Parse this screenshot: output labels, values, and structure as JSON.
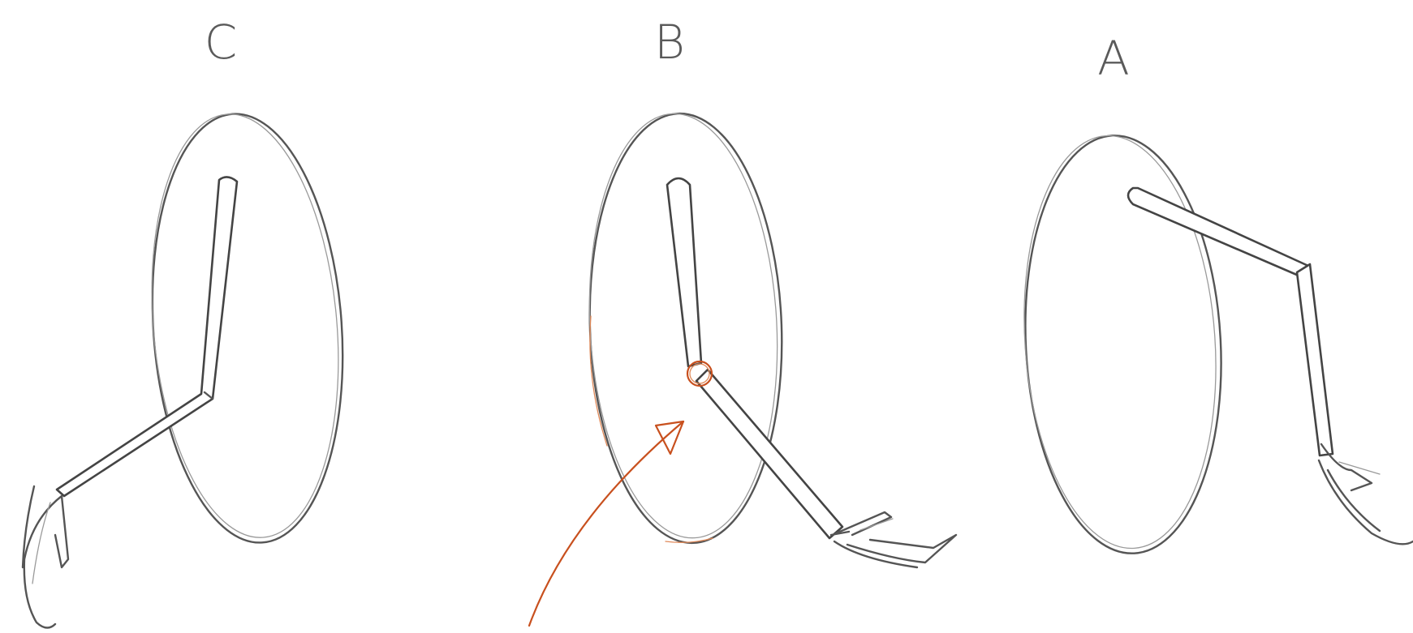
{
  "labels": {
    "c": "C",
    "b": "B",
    "a": "A"
  },
  "colors": {
    "pencil": "#555555",
    "highlight": "#c8501e",
    "background": "#ffffff"
  }
}
